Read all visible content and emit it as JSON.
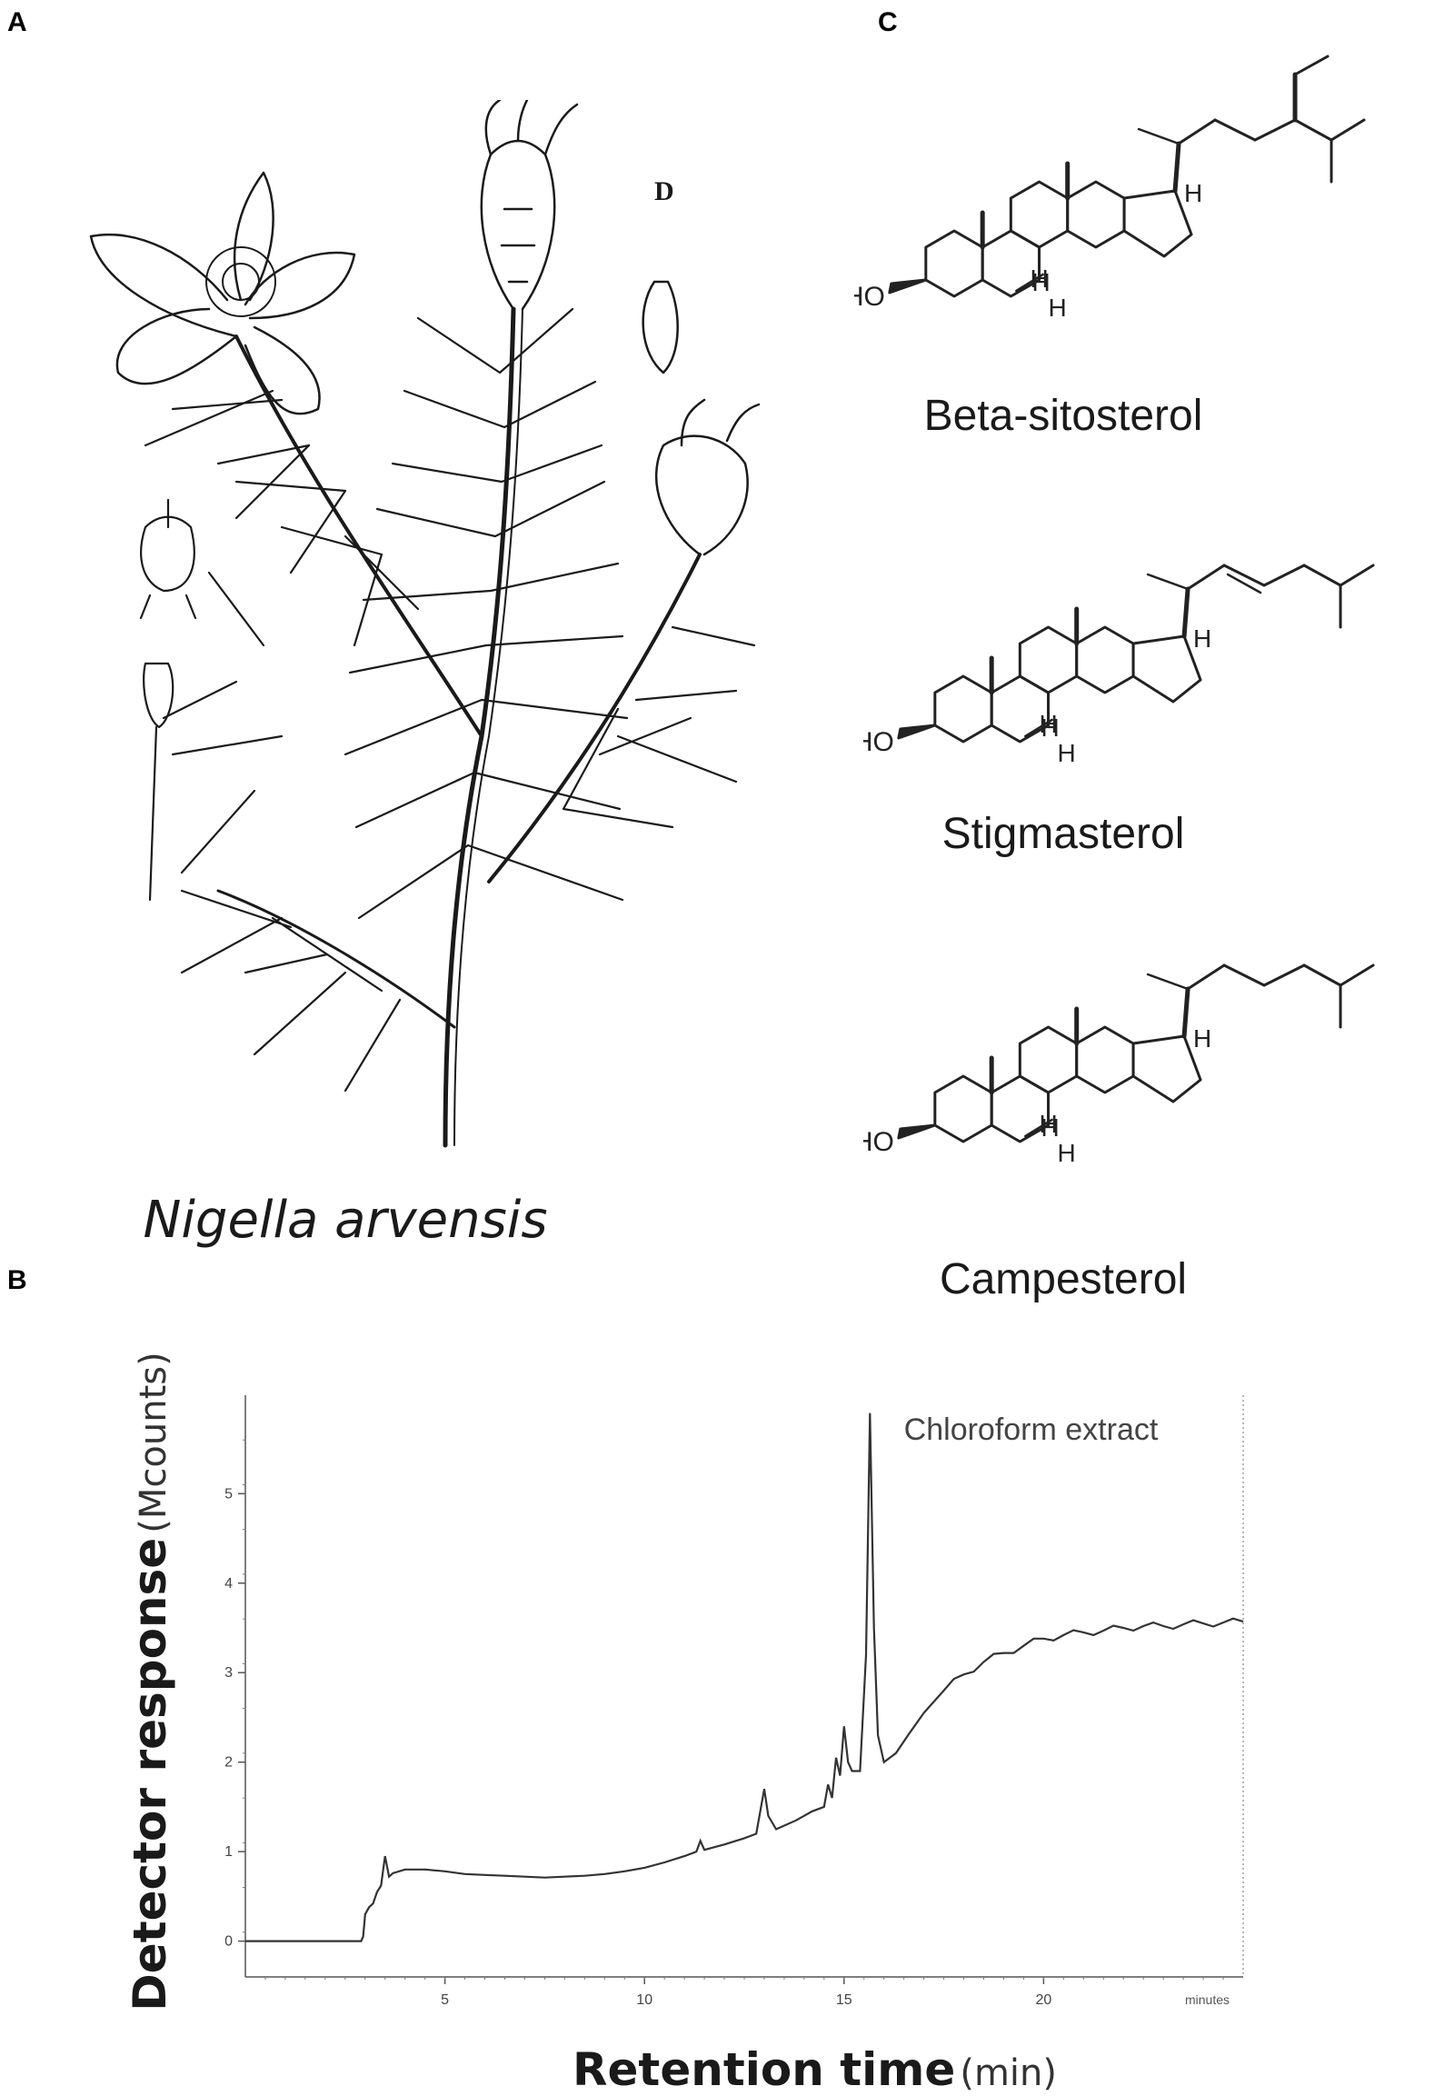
{
  "panels": {
    "a": "A",
    "b": "B",
    "c": "C"
  },
  "illustration": {
    "species": "Nigella arvensis",
    "inset_letter": "D"
  },
  "molecules": [
    {
      "name": "Beta-sitosterol"
    },
    {
      "name": "Stigmasterol"
    },
    {
      "name": "Campesterol"
    }
  ],
  "atom_labels": {
    "hydroxyl": "HO",
    "hydrogen": "H"
  },
  "chart_data": {
    "type": "line",
    "annotation": "Chloroform extract",
    "xlabel_bold": "Retention time",
    "xlabel_unit": "(min)",
    "ylabel_bold": "Detector response",
    "ylabel_unit": "(Mcounts)",
    "x_axis_unit_label": "minutes",
    "xlim": [
      0,
      25
    ],
    "ylim": [
      -0.4,
      6.1
    ],
    "x_ticks": [
      5,
      10,
      15,
      20
    ],
    "y_ticks": [
      0,
      1,
      2,
      3,
      4,
      5
    ],
    "grid": false,
    "series": [
      {
        "x": [
          0,
          2.9,
          2.95,
          3.0,
          3.1,
          3.2,
          3.3,
          3.4,
          3.5,
          3.6,
          3.7,
          4.0,
          4.5,
          5.0,
          5.5,
          6.0,
          6.5,
          7.0,
          7.5,
          8.0,
          8.5,
          9.0,
          9.5,
          10.0,
          10.5,
          11.0,
          11.3,
          11.4,
          11.5,
          12.0,
          12.5,
          12.8,
          12.9,
          13.0,
          13.1,
          13.3,
          13.8,
          14.2,
          14.5,
          14.6,
          14.7,
          14.8,
          14.9,
          15.0,
          15.1,
          15.2,
          15.4,
          15.55,
          15.65,
          15.75,
          15.85,
          16.0,
          16.3,
          16.6,
          17.0,
          17.5,
          18.0,
          18.5,
          19.0,
          19.5,
          20.0,
          20.5,
          21.0,
          21.5,
          22.0,
          22.5,
          23.0,
          23.5,
          24.0,
          24.5,
          25.0
        ],
        "y": [
          0,
          0,
          0.05,
          0.3,
          0.38,
          0.42,
          0.55,
          0.62,
          0.95,
          0.72,
          0.76,
          0.8,
          0.8,
          0.78,
          0.75,
          0.74,
          0.73,
          0.72,
          0.71,
          0.72,
          0.73,
          0.75,
          0.78,
          0.82,
          0.88,
          0.95,
          1.0,
          1.12,
          1.02,
          1.08,
          1.15,
          1.2,
          1.45,
          1.7,
          1.4,
          1.25,
          1.35,
          1.45,
          1.5,
          1.75,
          1.6,
          2.05,
          1.85,
          2.4,
          2.0,
          1.9,
          1.9,
          3.2,
          5.9,
          3.5,
          2.3,
          2.0,
          2.1,
          2.3,
          2.55,
          2.8,
          2.98,
          3.12,
          3.22,
          3.3,
          3.38,
          3.42,
          3.45,
          3.47,
          3.5,
          3.52,
          3.52,
          3.54,
          3.55,
          3.56,
          3.57
        ]
      }
    ]
  }
}
